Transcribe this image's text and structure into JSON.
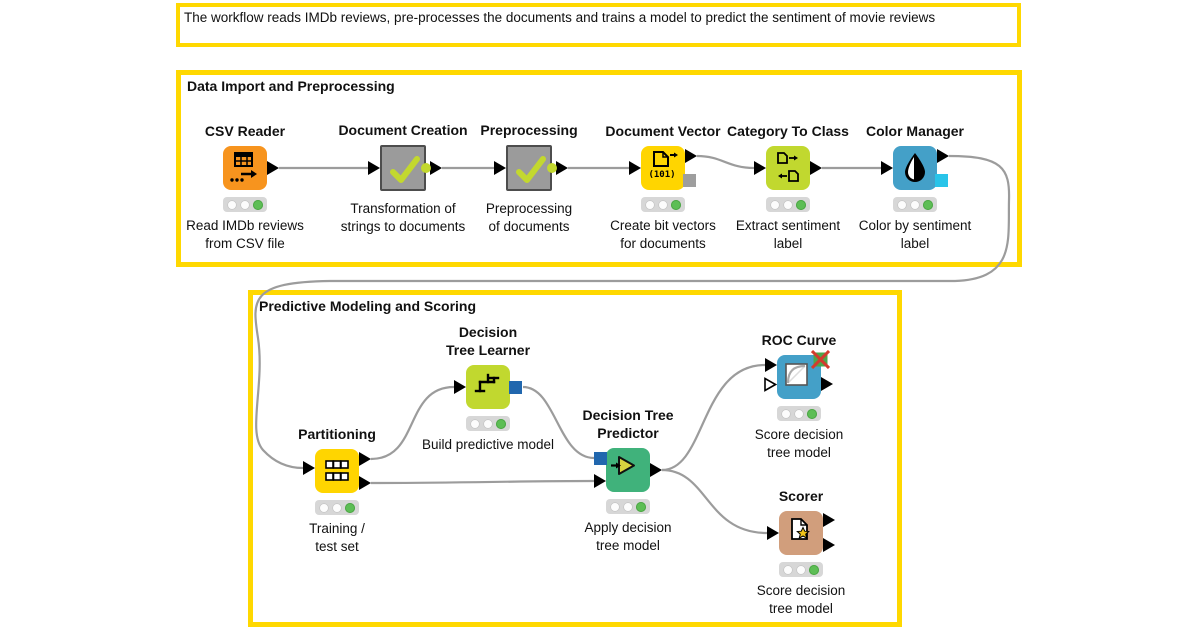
{
  "annotations": {
    "workflow_note": "The workflow reads IMDb reviews, pre-processes the documents and trains a model to predict the sentiment of movie reviews",
    "group1_title": "Data Import and Preprocessing",
    "group2_title": "Predictive Modeling and Scoring"
  },
  "nodes": {
    "csv_reader": {
      "title": "CSV Reader",
      "description": "Read IMDb reviews\nfrom CSV file",
      "icon": "table-export-icon",
      "state": "executed"
    },
    "document_creation": {
      "title": "Document Creation",
      "description": "Transformation of\nstrings to documents",
      "icon": "checkmark-icon",
      "type": "metanode"
    },
    "preprocessing": {
      "title": "Preprocessing",
      "description": "Preprocessing\nof documents",
      "icon": "checkmark-icon",
      "type": "metanode"
    },
    "document_vector": {
      "title": "Document Vector",
      "description": "Create bit vectors\nfor documents",
      "icon": "document-arrow-icon",
      "icon_label": "(101)",
      "state": "executed"
    },
    "category_to_class": {
      "title": "Category To Class",
      "description": "Extract sentiment\nlabel",
      "icon": "documents-convert-icon",
      "state": "executed"
    },
    "color_manager": {
      "title": "Color Manager",
      "description": "Color by sentiment\nlabel",
      "icon": "water-drop-icon",
      "state": "executed"
    },
    "partitioning": {
      "title": "Partitioning",
      "description": "Training /\ntest set",
      "icon": "split-table-icon",
      "state": "executed"
    },
    "decision_tree_learner": {
      "title": "Decision\nTree Learner",
      "description": "Build predictive model",
      "icon": "tree-icon",
      "state": "executed"
    },
    "decision_tree_predictor": {
      "title": "Decision Tree\nPredictor",
      "description": "Apply decision\ntree model",
      "icon": "play-arrow-icon",
      "state": "executed"
    },
    "roc_curve": {
      "title": "ROC Curve",
      "description": "Score decision\ntree model",
      "icon": "roc-plot-icon",
      "state": "executed"
    },
    "scorer": {
      "title": "Scorer",
      "description": "Score decision\ntree model",
      "icon": "document-star-icon",
      "state": "executed"
    }
  },
  "connections": [
    {
      "from": "CSV Reader",
      "to": "Document Creation"
    },
    {
      "from": "Document Creation",
      "to": "Preprocessing"
    },
    {
      "from": "Preprocessing",
      "to": "Document Vector"
    },
    {
      "from": "Document Vector",
      "to": "Category To Class"
    },
    {
      "from": "Category To Class",
      "to": "Color Manager"
    },
    {
      "from": "Color Manager",
      "to": "Partitioning"
    },
    {
      "from": "Partitioning",
      "to": "Decision Tree Learner"
    },
    {
      "from": "Partitioning",
      "to": "Decision Tree Predictor"
    },
    {
      "from": "Decision Tree Learner",
      "to": "Decision Tree Predictor"
    },
    {
      "from": "Decision Tree Predictor",
      "to": "ROC Curve"
    },
    {
      "from": "Decision Tree Predictor",
      "to": "Scorer"
    }
  ],
  "colors": {
    "annotation_border": "#FFD800",
    "node_orange": "#F7941E",
    "node_yellow": "#FFD500",
    "node_lime": "#C1D82F",
    "node_blue": "#44A0C8",
    "node_green": "#40B27B",
    "node_tan": "#D19E7C",
    "metanode_grey": "#9B9B9B",
    "wire_grey": "#9C9C9C",
    "model_port_blue": "#2167AE",
    "color_port_cyan": "#29C4E9",
    "traffic_green": "#5DBE55"
  }
}
